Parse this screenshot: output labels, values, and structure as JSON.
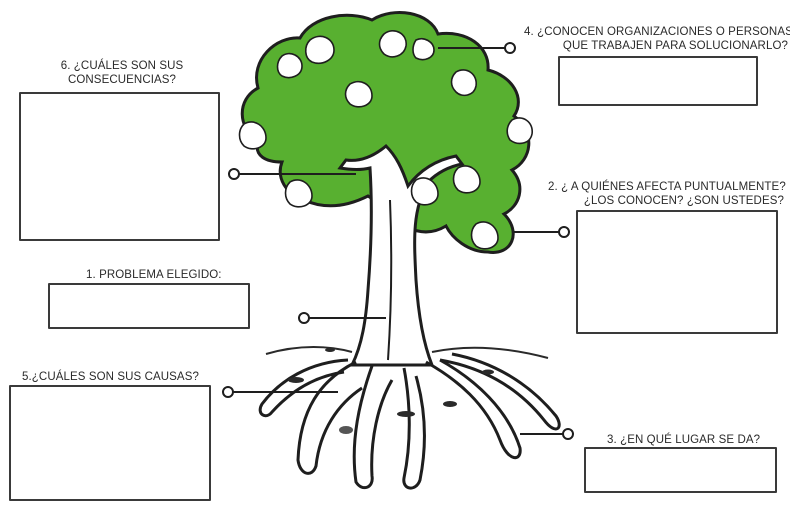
{
  "labels": {
    "consequences": [
      "6. ¿CUÁLES SON SUS",
      "CONSECUENCIAS?"
    ],
    "organizations": [
      "4. ¿CONOCEN ORGANIZACIONES O PERSONAS",
      "QUE TRABAJEN PARA SOLUCIONARLO?"
    ],
    "affected": [
      "2. ¿ A QUIÉNES AFECTA PUNTUALMENTE?",
      "¿LOS CONOCEN? ¿SON USTEDES?"
    ],
    "problem": "1. PROBLEMA ELEGIDO:",
    "causes": "5.¿CUÁLES SON SUS CAUSAS?",
    "place": "3. ¿EN QUÉ LUGAR SE DA?"
  },
  "answers": {
    "consequences": "",
    "organizations": "",
    "affected": "",
    "problem": "",
    "causes": "",
    "place": ""
  },
  "colors": {
    "foliage": "#58b030",
    "outline": "#222222",
    "leaf": "#ffffff"
  }
}
